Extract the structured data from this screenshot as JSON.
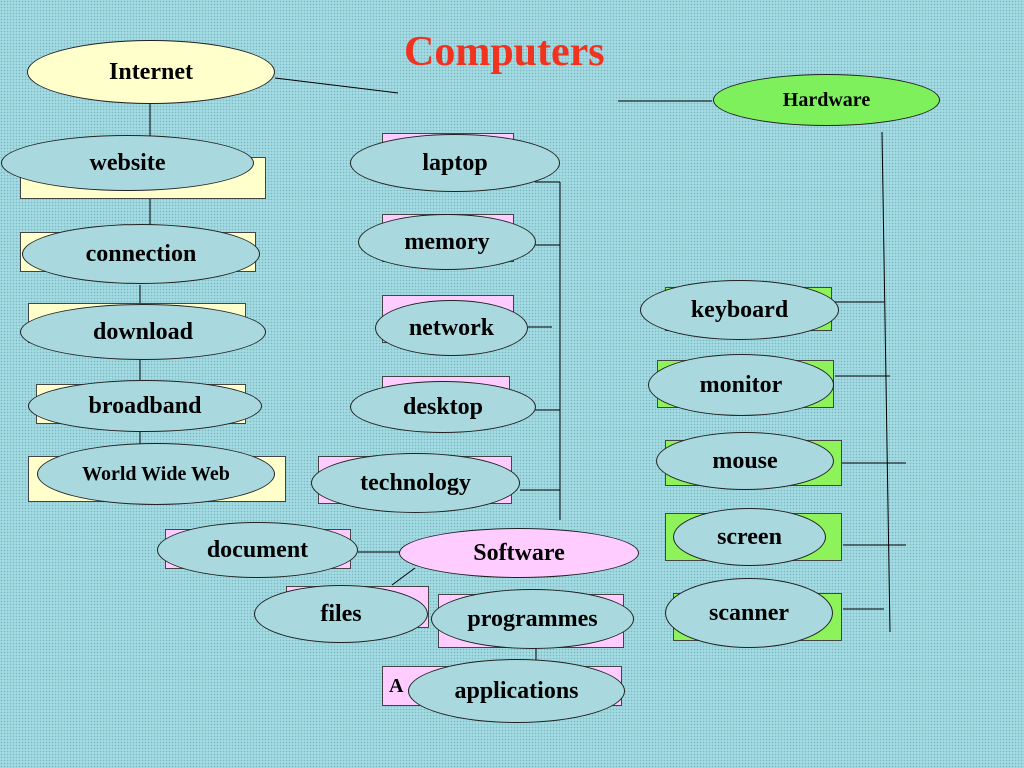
{
  "title": "Computers",
  "colors": {
    "background": "#a3dbe3",
    "title": "#f0321e",
    "word_oval": "#a9d9de",
    "internet_oval": "#ffffcc",
    "hardware_oval": "#7ef05c",
    "software_oval": "#ffccff"
  },
  "nodes": {
    "internet": "Internet",
    "hardware": "Hardware",
    "software": "Software"
  },
  "internet_words": [
    "website",
    "connection",
    "download",
    "broadband",
    "World Wide Web"
  ],
  "computer_words": [
    "laptop",
    "memory",
    "network",
    "desktop",
    "technology"
  ],
  "hardware_words": [
    "keyboard",
    "monitor",
    "mouse",
    "screen",
    "scanner"
  ],
  "software_words": [
    "document",
    "files",
    "programmes",
    "applications"
  ],
  "box_fragments": {
    "applications_box": "A"
  }
}
